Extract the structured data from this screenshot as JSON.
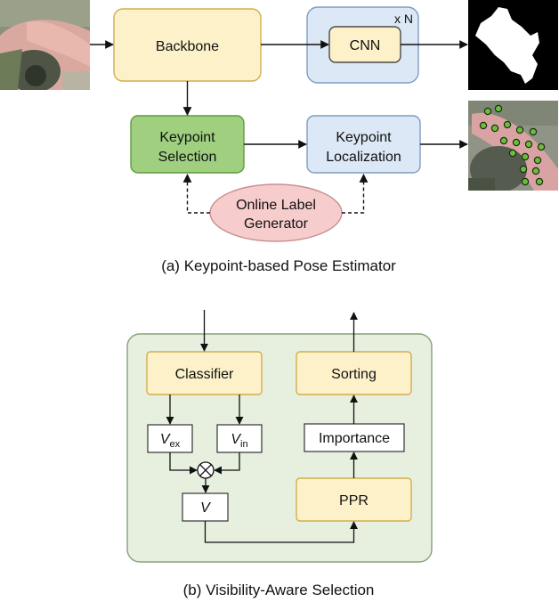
{
  "panel_a": {
    "caption": "(a) Keypoint-based Pose Estimator",
    "backbone": "Backbone",
    "cnn": "CNN",
    "repeat": "x N",
    "keypoint_selection": [
      "Keypoint",
      "Selection"
    ],
    "keypoint_localization": [
      "Keypoint",
      "Localization"
    ],
    "label_generator": [
      "Online Label",
      "Generator"
    ]
  },
  "panel_b": {
    "caption": "(b) Visibility-Aware Selection",
    "classifier": "Classifier",
    "sorting": "Sorting",
    "importance": "Importance",
    "ppr": "PPR",
    "v_ex": {
      "base": "V",
      "sub": "ex"
    },
    "v_in": {
      "base": "V",
      "sub": "in"
    },
    "v": "V"
  },
  "colors": {
    "yellow_fill": "#fdf1c9",
    "yellow_stroke": "#d2ad4f",
    "blue_fill": "#dce8f5",
    "blue_stroke": "#7d9dc4",
    "green_fill": "#9fcf7f",
    "green_stroke": "#5f9a3f",
    "pink_fill": "#f7cccc",
    "pink_stroke": "#c98f8f",
    "panel_b_fill": "#e7f0df",
    "panel_b_stroke": "#85a37a"
  }
}
